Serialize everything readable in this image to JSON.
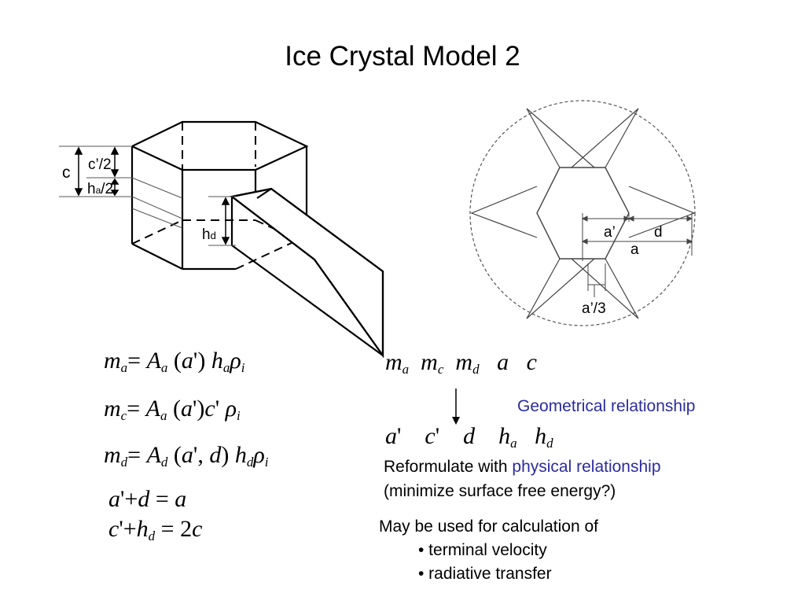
{
  "title": "Ice Crystal Model 2",
  "diagram_left": {
    "label_c": "c",
    "label_c_half_prime": "c’/2",
    "label_ha_half": "h",
    "label_ha_sub": "a",
    "label_ha_tail": "/2",
    "label_hd": "h",
    "label_hd_sub": "d"
  },
  "diagram_right": {
    "label_a_prime": "a’",
    "label_d": "d",
    "label_a": "a",
    "label_a_prime_third": "a’/3"
  },
  "equations": {
    "eq1": {
      "lhs": "m",
      "lhs_sub": "a",
      "rhs": [
        "= ",
        "A",
        "a",
        " (",
        "a",
        "') ",
        "h",
        "a",
        "ρ",
        "i"
      ]
    },
    "eq2": {
      "lhs": "m",
      "lhs_sub": "c",
      "rhs": [
        "= ",
        "A",
        "a",
        " (",
        "a",
        "')",
        "c",
        "' ",
        "ρ",
        "i"
      ]
    },
    "eq3": {
      "lhs": "m",
      "lhs_sub": "d",
      "rhs": [
        "= ",
        "A",
        "d",
        " (",
        "a",
        "', ",
        "d",
        ") ",
        "h",
        "d",
        "ρ",
        "i"
      ]
    },
    "eq4": {
      "text": [
        "a",
        "'+",
        "d",
        " = ",
        "a"
      ]
    },
    "eq5": {
      "text": [
        "c",
        "'+",
        "h",
        "d",
        " = 2",
        "c"
      ]
    }
  },
  "variables_top": [
    "m_a",
    "m_c",
    "m_d",
    "a",
    "c"
  ],
  "variables_bottom": [
    "a'",
    "c'",
    "d",
    "h_a",
    "h_d"
  ],
  "geometrical_relationship": "Geometrical relationship",
  "reformulate_prefix": "Reformulate with ",
  "physical_relationship": "physical relationship",
  "minimize_note": "(minimize surface free energy?)",
  "may_be_used": "May be used for calculation of",
  "bullets": [
    "• terminal velocity",
    "• radiative transfer"
  ],
  "colors": {
    "accent_blue": "#2b2c9e",
    "text": "#000000"
  }
}
